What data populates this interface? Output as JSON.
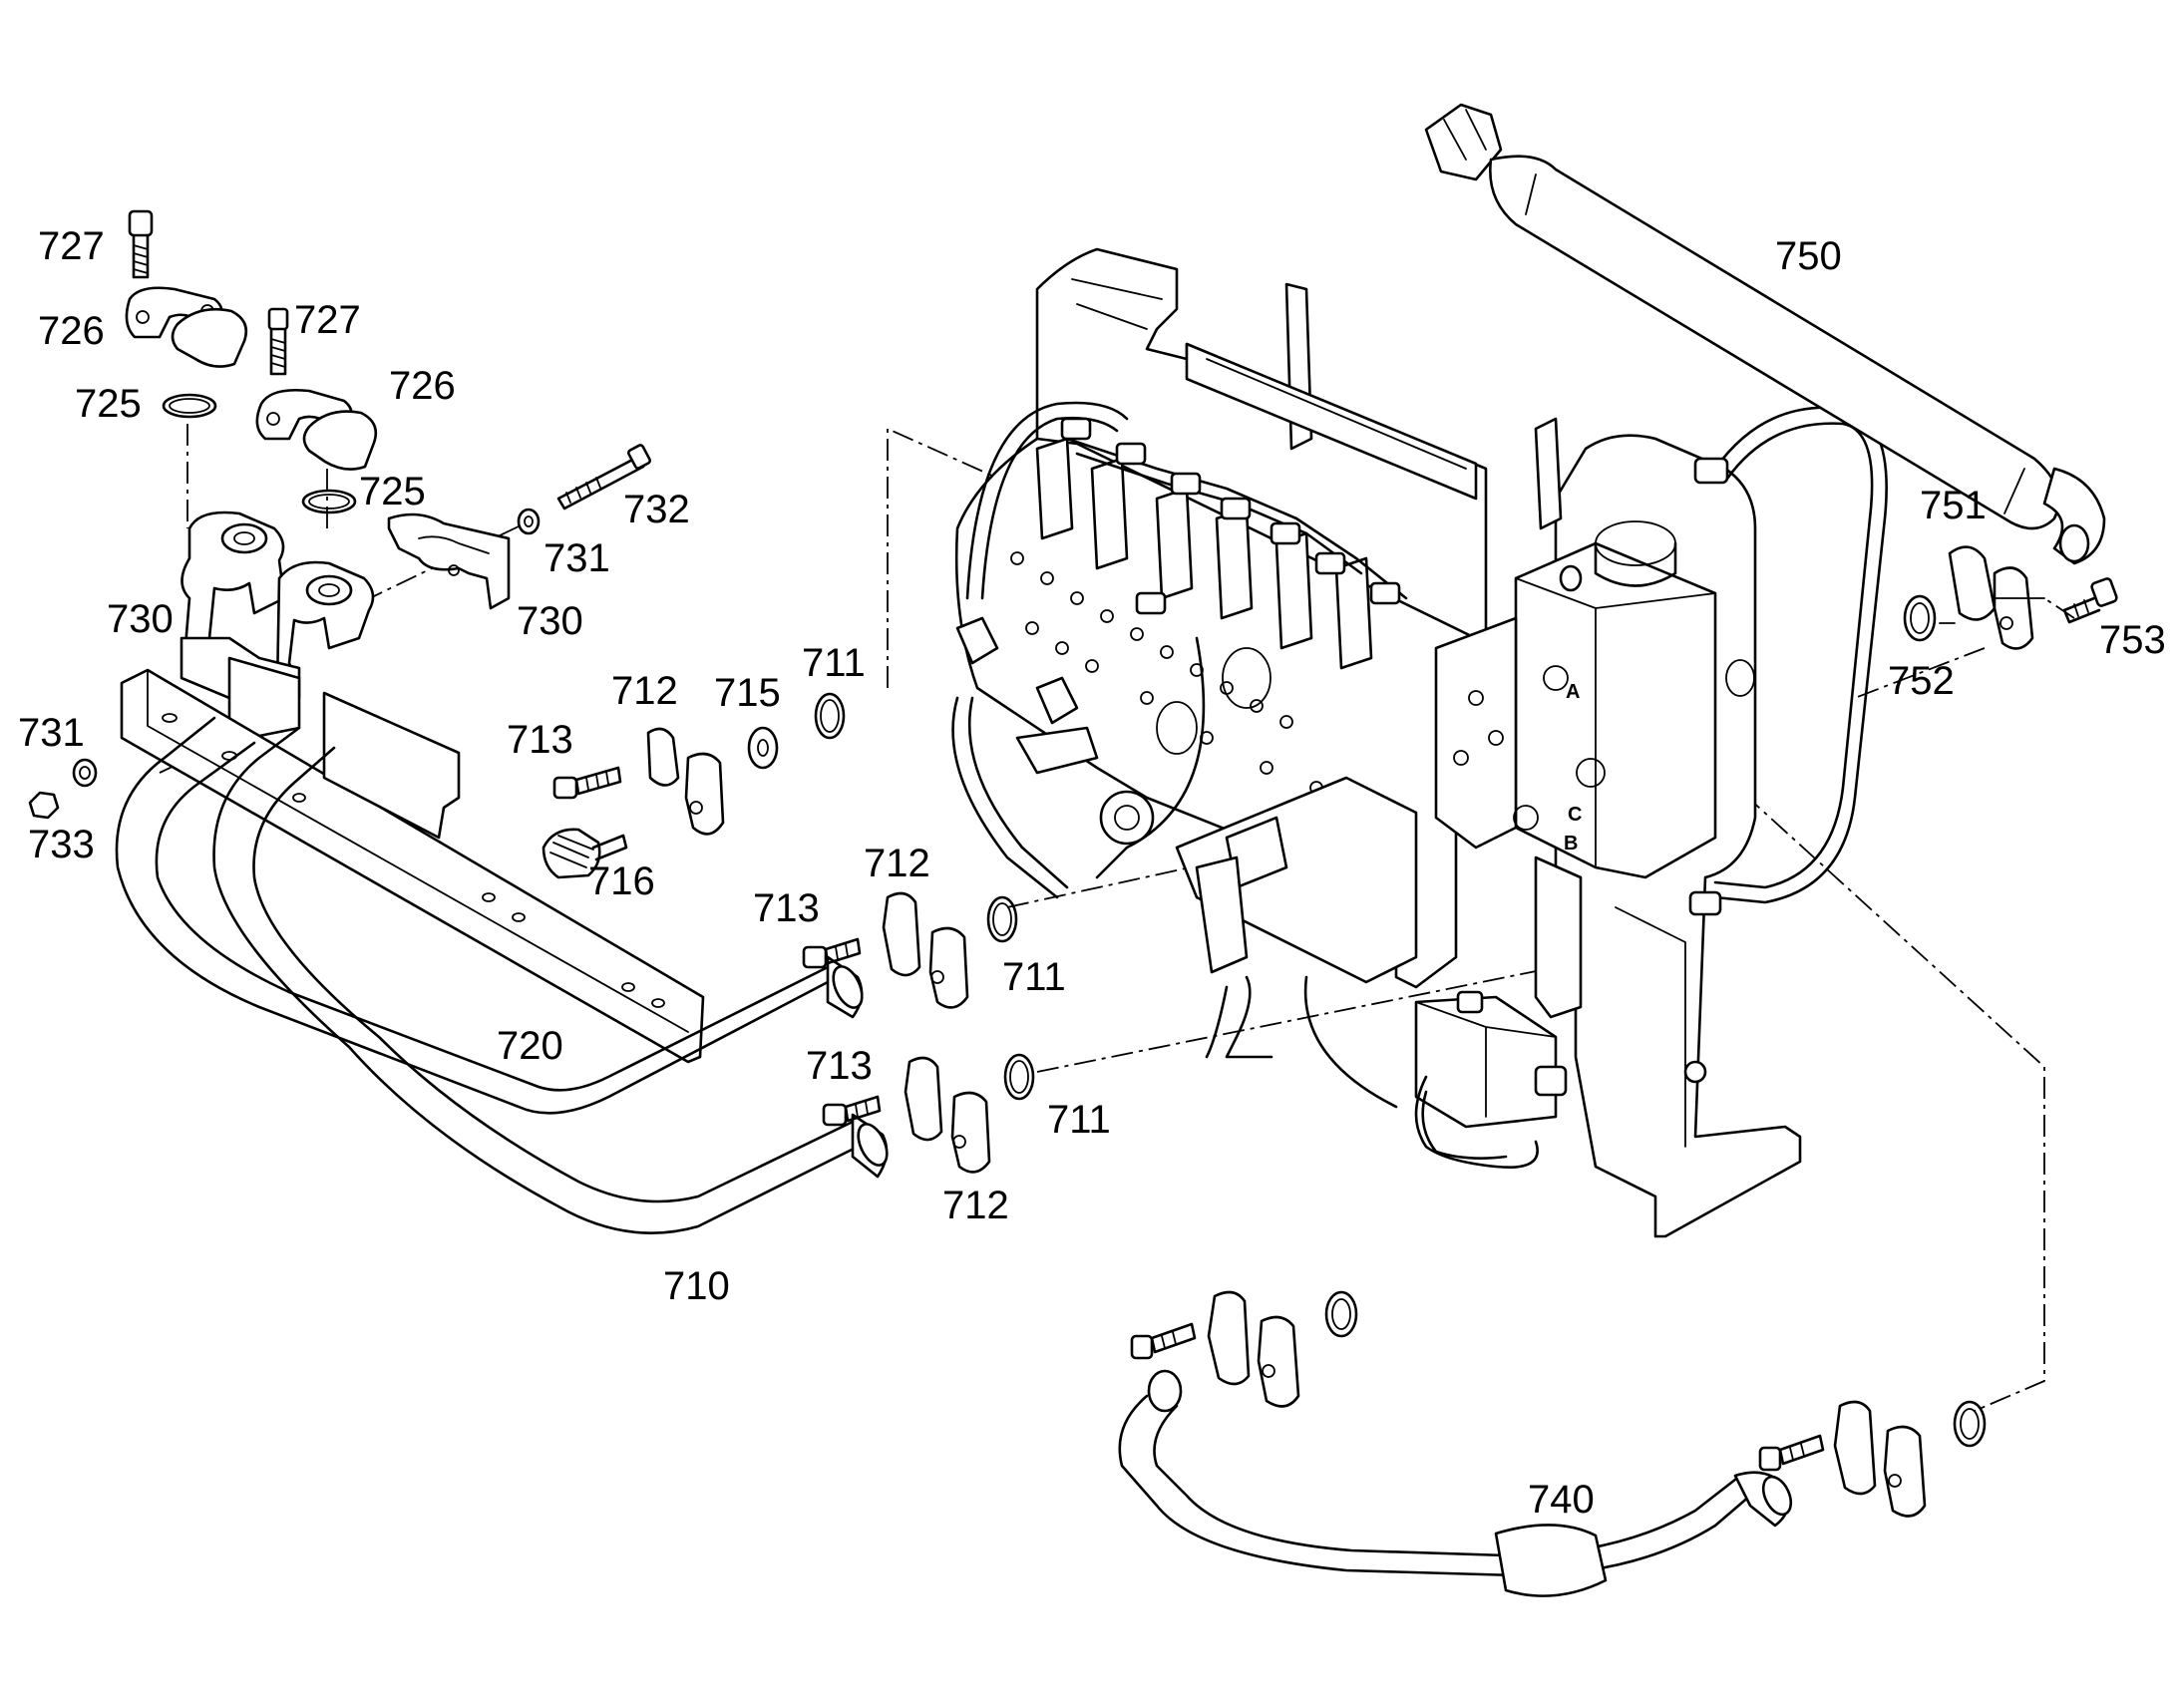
{
  "diagram": {
    "callouts": [
      {
        "id": "c727a",
        "text": "727"
      },
      {
        "id": "c726a",
        "text": "726"
      },
      {
        "id": "c727b",
        "text": "727"
      },
      {
        "id": "c725a",
        "text": "725"
      },
      {
        "id": "c726b",
        "text": "726"
      },
      {
        "id": "c725b",
        "text": "725"
      },
      {
        "id": "c732",
        "text": "732"
      },
      {
        "id": "c731a",
        "text": "731"
      },
      {
        "id": "c730a",
        "text": "730"
      },
      {
        "id": "c730b",
        "text": "730"
      },
      {
        "id": "c731b",
        "text": "731"
      },
      {
        "id": "c733",
        "text": "733"
      },
      {
        "id": "c713a",
        "text": "713"
      },
      {
        "id": "c712a",
        "text": "712"
      },
      {
        "id": "c715",
        "text": "715"
      },
      {
        "id": "c711a",
        "text": "711"
      },
      {
        "id": "c716",
        "text": "716"
      },
      {
        "id": "c712b",
        "text": "712"
      },
      {
        "id": "c713b",
        "text": "713"
      },
      {
        "id": "c711b",
        "text": "711"
      },
      {
        "id": "c720",
        "text": "720"
      },
      {
        "id": "c713c",
        "text": "713"
      },
      {
        "id": "c711c",
        "text": "711"
      },
      {
        "id": "c712c",
        "text": "712"
      },
      {
        "id": "c710",
        "text": "710"
      },
      {
        "id": "c750",
        "text": "750"
      },
      {
        "id": "c751",
        "text": "751"
      },
      {
        "id": "c753",
        "text": "753"
      },
      {
        "id": "c752",
        "text": "752"
      },
      {
        "id": "c740",
        "text": "740"
      }
    ],
    "port_marks": {
      "a": "A",
      "c": "C",
      "b": "B"
    }
  }
}
